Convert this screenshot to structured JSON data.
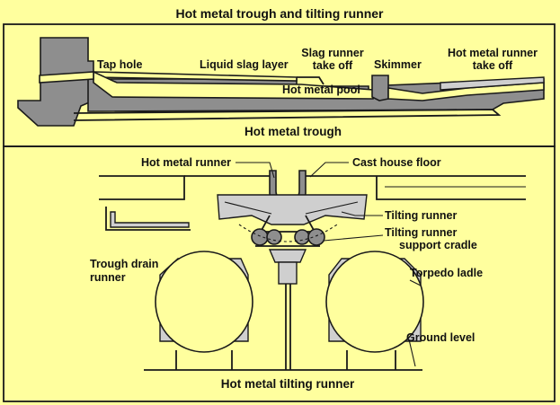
{
  "title": "Hot metal trough and tilting runner",
  "top_panel": {
    "caption": "Hot metal trough",
    "labels": {
      "tap_hole": "Tap hole",
      "liquid_slag_layer": "Liquid slag layer",
      "slag_runner_take_off_line1": "Slag runner",
      "slag_runner_take_off_line2": "take off",
      "skimmer": "Skimmer",
      "hot_metal_runner_take_off_line1": "Hot metal runner",
      "hot_metal_runner_take_off_line2": "take off",
      "hot_metal_pool": "Hot metal pool"
    }
  },
  "bottom_panel": {
    "caption": "Hot metal tilting runner",
    "labels": {
      "hot_metal_runner": "Hot metal runner",
      "cast_house_floor": "Cast house floor",
      "tilting_runner": "Tilting runner",
      "tilting_runner_support_cradle_line1": "Tilting runner",
      "tilting_runner_support_cradle_line2": "support cradle",
      "trough_drain_runner_line1": "Trough drain",
      "trough_drain_runner_line2": "runner",
      "torpedo_ladle": "Torpedo ladle",
      "ground_level": "Ground level"
    }
  },
  "colors": {
    "background": "#ffff9e",
    "refractory": "#8e8e8e",
    "light_fill": "#cfcfcf",
    "outline": "#1a1a1a"
  }
}
